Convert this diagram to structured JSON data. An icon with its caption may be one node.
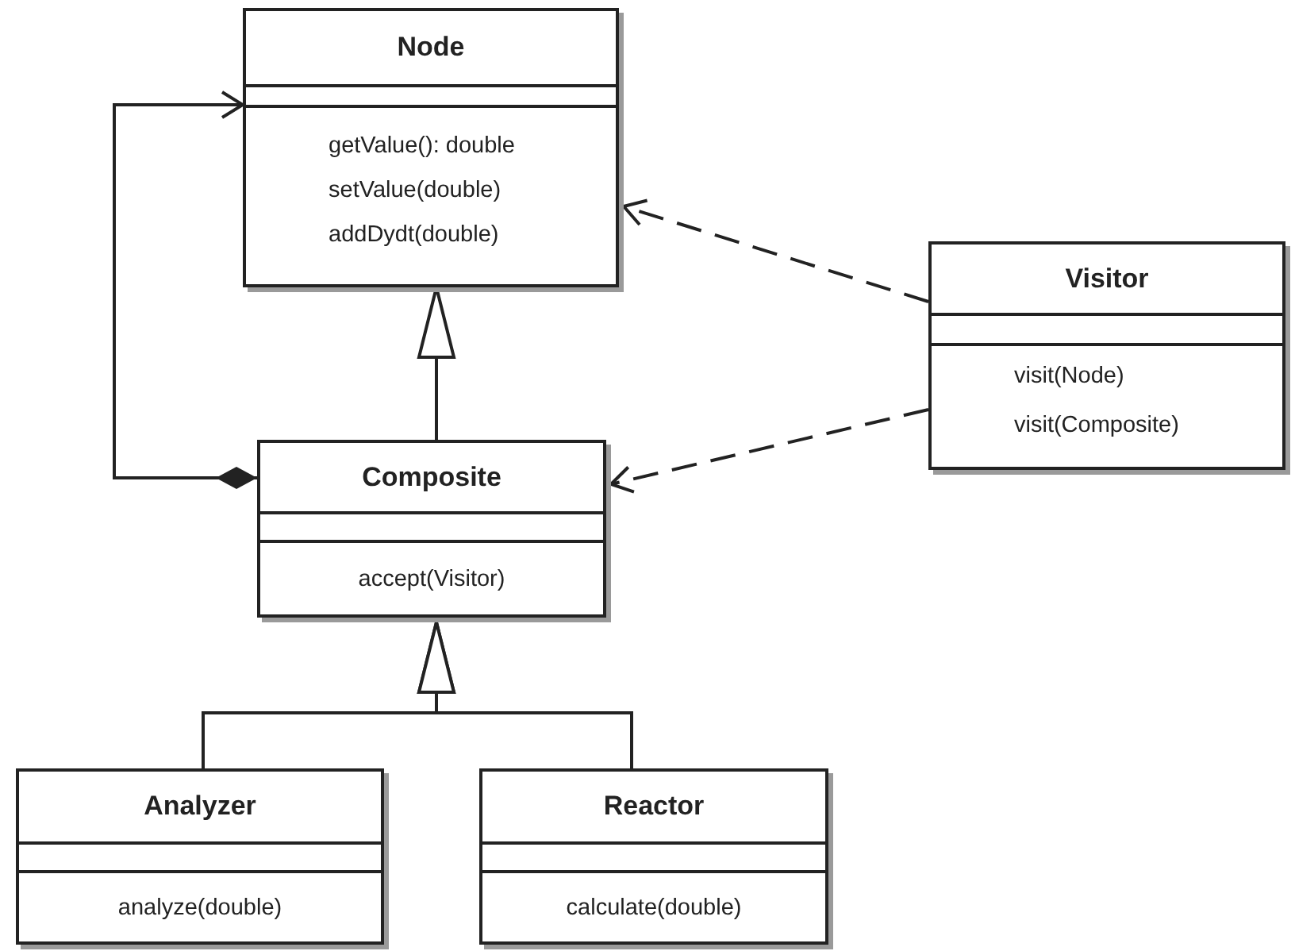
{
  "diagram": {
    "nodes": [
      {
        "text": [
          "Node",
          "getValue(): double",
          "setValue(double)",
          "addDydt(double)"
        ]
      },
      {
        "text": [
          "Composite",
          "accept(Visitor)"
        ]
      },
      {
        "text": [
          "Visitor",
          "visit(Node)",
          "visit(Composite)"
        ]
      },
      {
        "text": [
          "Analyzer",
          "analyze(double)"
        ]
      },
      {
        "text": [
          "Reactor",
          "calculate(double)"
        ]
      }
    ],
    "edges": [
      {
        "from": 1,
        "to": 0,
        "arrow": "to"
      },
      {
        "from": 1,
        "to": 0,
        "arrow": "to"
      },
      {
        "from": 2,
        "to": 0,
        "arrow": "to",
        "style": "dashed"
      },
      {
        "from": 2,
        "to": 1,
        "arrow": "to",
        "style": "dashed"
      },
      {
        "from": 3,
        "to": 1,
        "arrow": "to"
      },
      {
        "from": 4,
        "to": 1,
        "arrow": "to"
      }
    ]
  }
}
